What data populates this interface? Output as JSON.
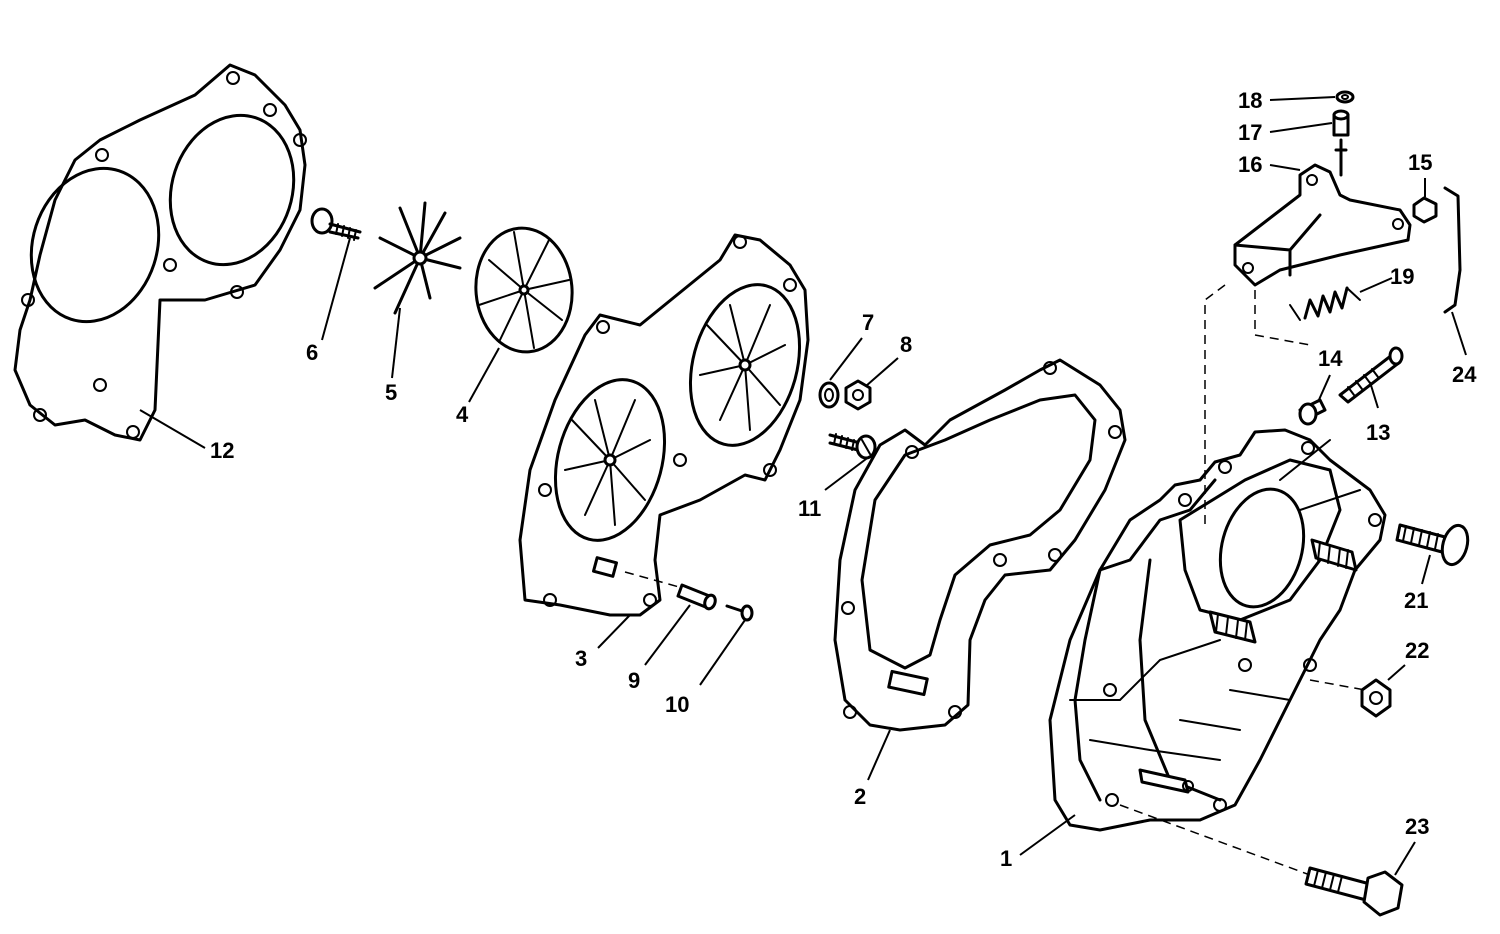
{
  "callouts": {
    "c1": "1",
    "c2": "2",
    "c3": "3",
    "c4": "4",
    "c5": "5",
    "c6": "6",
    "c7": "7",
    "c8": "8",
    "c9": "9",
    "c10": "10",
    "c11": "11",
    "c12": "12",
    "c13": "13",
    "c14": "14",
    "c15": "15",
    "c16": "16",
    "c17": "17",
    "c18": "18",
    "c19": "19",
    "c21": "21",
    "c22": "22",
    "c23": "23",
    "c24": "24"
  }
}
